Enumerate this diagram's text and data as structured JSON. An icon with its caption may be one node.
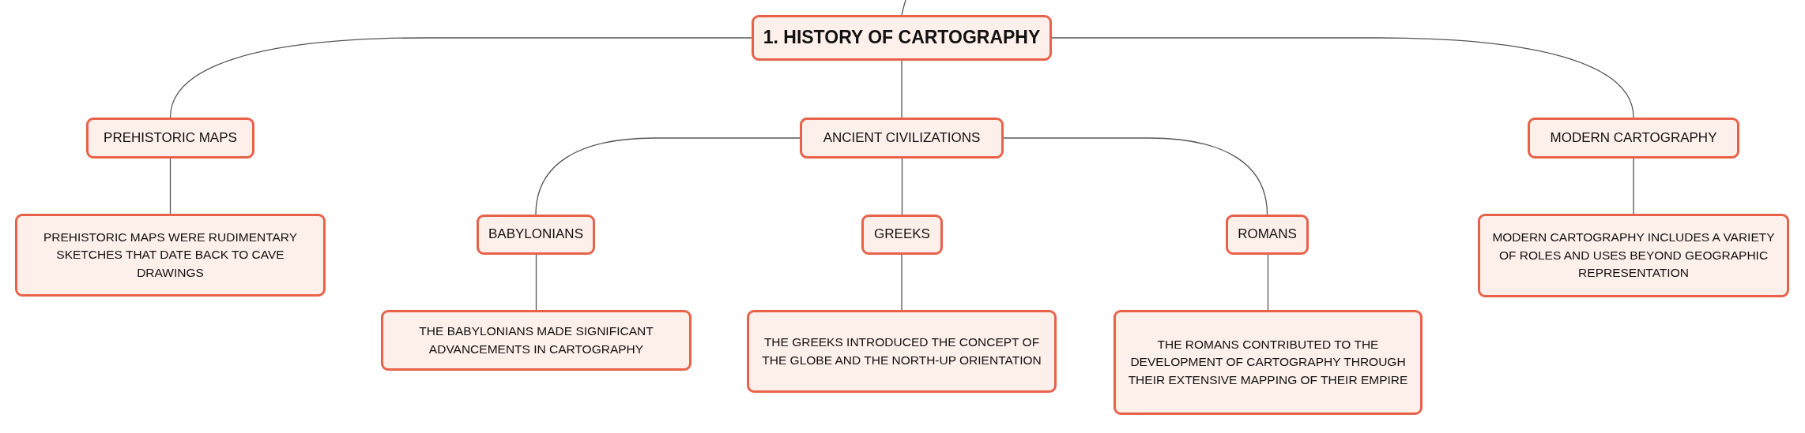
{
  "diagram": {
    "nodes": [
      {
        "text": [
          "1. HISTORY OF CARTOGRAPHY"
        ]
      },
      {
        "text": [
          "PREHISTORIC MAPS"
        ]
      },
      {
        "text": [
          "PREHISTORIC MAPS WERE RUDIMENTARY SKETCHES THAT DATE BACK TO CAVE DRAWINGS"
        ]
      },
      {
        "text": [
          "ANCIENT CIVILIZATIONS"
        ]
      },
      {
        "text": [
          "BABYLONIANS"
        ]
      },
      {
        "text": [
          "THE BABYLONIANS MADE SIGNIFICANT ADVANCEMENTS IN CARTOGRAPHY"
        ]
      },
      {
        "text": [
          "GREEKS"
        ]
      },
      {
        "text": [
          "THE GREEKS INTRODUCED THE CONCEPT OF THE GLOBE AND THE NORTH-UP ORIENTATION"
        ]
      },
      {
        "text": [
          "ROMANS"
        ]
      },
      {
        "text": [
          "THE ROMANS CONTRIBUTED TO THE DEVELOPMENT OF CARTOGRAPHY THROUGH THEIR EXTENSIVE MAPPING OF THEIR EMPIRE"
        ]
      },
      {
        "text": [
          "MODERN CARTOGRAPHY"
        ]
      },
      {
        "text": [
          "MODERN CARTOGRAPHY INCLUDES A VARIETY OF ROLES AND USES BEYOND GEOGRAPHIC REPRESENTATION"
        ]
      }
    ],
    "edges": [
      {
        "from": null,
        "to": 0,
        "arrow": "none"
      },
      {
        "from": 0,
        "to": 1,
        "arrow": "none"
      },
      {
        "from": 1,
        "to": 2,
        "arrow": "none"
      },
      {
        "from": 0,
        "to": 3,
        "arrow": "none"
      },
      {
        "from": 3,
        "to": 4,
        "arrow": "none"
      },
      {
        "from": 4,
        "to": 5,
        "arrow": "none"
      },
      {
        "from": 3,
        "to": 6,
        "arrow": "none"
      },
      {
        "from": 6,
        "to": 7,
        "arrow": "none"
      },
      {
        "from": 3,
        "to": 8,
        "arrow": "none"
      },
      {
        "from": 8,
        "to": 9,
        "arrow": "none"
      },
      {
        "from": 0,
        "to": 10,
        "arrow": "none"
      },
      {
        "from": 10,
        "to": 11,
        "arrow": "none"
      }
    ]
  }
}
